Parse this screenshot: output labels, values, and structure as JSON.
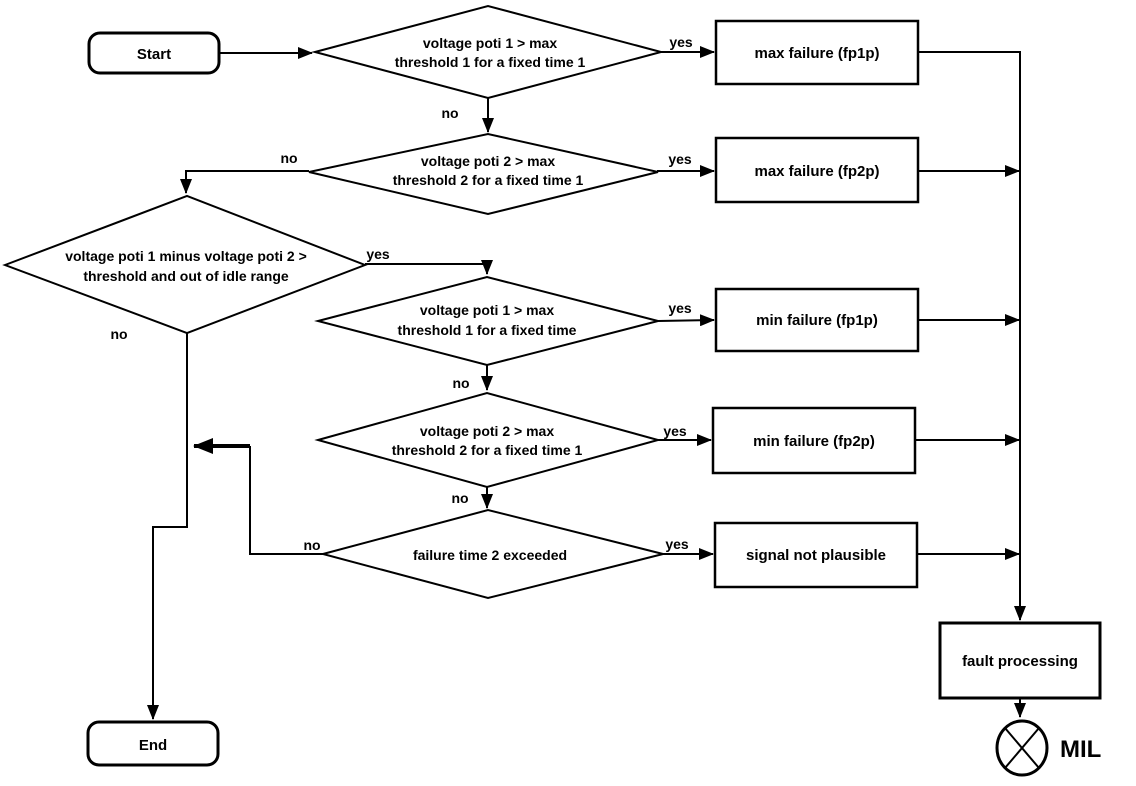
{
  "diagram": {
    "background_color": "#ffffff",
    "stroke_color": "#000000",
    "nodes": {
      "start": {
        "label": "Start"
      },
      "d1": {
        "line1": "voltage poti 1 > max",
        "line2": "threshold 1 for a fixed time 1"
      },
      "b1": {
        "label": "max failure (fp1p)"
      },
      "d2": {
        "line1": "voltage poti 2 > max",
        "line2": "threshold 2 for a fixed time 1"
      },
      "b2": {
        "label": "max failure (fp2p)"
      },
      "d3": {
        "line1": "voltage poti 1 minus voltage poti 2 >",
        "line2": "threshold and out of  idle range"
      },
      "d4": {
        "line1": "voltage poti 1 > max",
        "line2": "threshold 1 for a fixed time"
      },
      "b3": {
        "label": "min failure (fp1p)"
      },
      "d5": {
        "line1": "voltage poti 2 > max",
        "line2": "threshold 2 for a fixed time 1"
      },
      "b4": {
        "label": "min failure (fp2p)"
      },
      "d6": {
        "line1": "failure time 2 exceeded"
      },
      "b5": {
        "label": "signal not plausible"
      },
      "fault": {
        "label": "fault processing"
      },
      "mil": {
        "label": "MIL"
      },
      "end": {
        "label": "End"
      }
    },
    "edge_labels": {
      "d1_yes": "yes",
      "d1_no": "no",
      "d2_yes": "yes",
      "d2_no": "no",
      "d3_yes": "yes",
      "d3_no": "no",
      "d4_yes": "yes",
      "d4_no": "no",
      "d5_yes": "yes",
      "d5_no": "no",
      "d6_yes": "yes",
      "d6_no": "no"
    }
  }
}
